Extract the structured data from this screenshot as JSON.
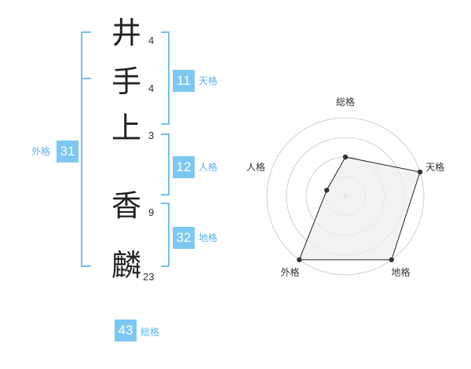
{
  "name": {
    "characters": [
      {
        "char": "井",
        "strokes": "4"
      },
      {
        "char": "手",
        "strokes": "4"
      },
      {
        "char": "上",
        "strokes": "3"
      },
      {
        "char": "香",
        "strokes": "9"
      },
      {
        "char": "麟",
        "strokes": "23"
      }
    ]
  },
  "fortune": {
    "tenkaku": {
      "label": "天格",
      "value": "11"
    },
    "jinkaku": {
      "label": "人格",
      "value": "12"
    },
    "chikaku": {
      "label": "地格",
      "value": "32"
    },
    "gaikaku": {
      "label": "外格",
      "value": "31"
    },
    "soukaku": {
      "label": "総格",
      "value": "43"
    }
  },
  "colors": {
    "accent": "#7dc8f2",
    "label": "#58b4e6",
    "bracket": "#74c0ec",
    "ring": "#d0d0d0",
    "fill": "#eeeeee",
    "stroke": "#222222"
  },
  "chart_data": {
    "type": "radar",
    "axes": [
      "総格",
      "天格",
      "地格",
      "外格",
      "人格"
    ],
    "levels": 4,
    "values": [
      2,
      4,
      4,
      4,
      1
    ],
    "max": 4
  }
}
